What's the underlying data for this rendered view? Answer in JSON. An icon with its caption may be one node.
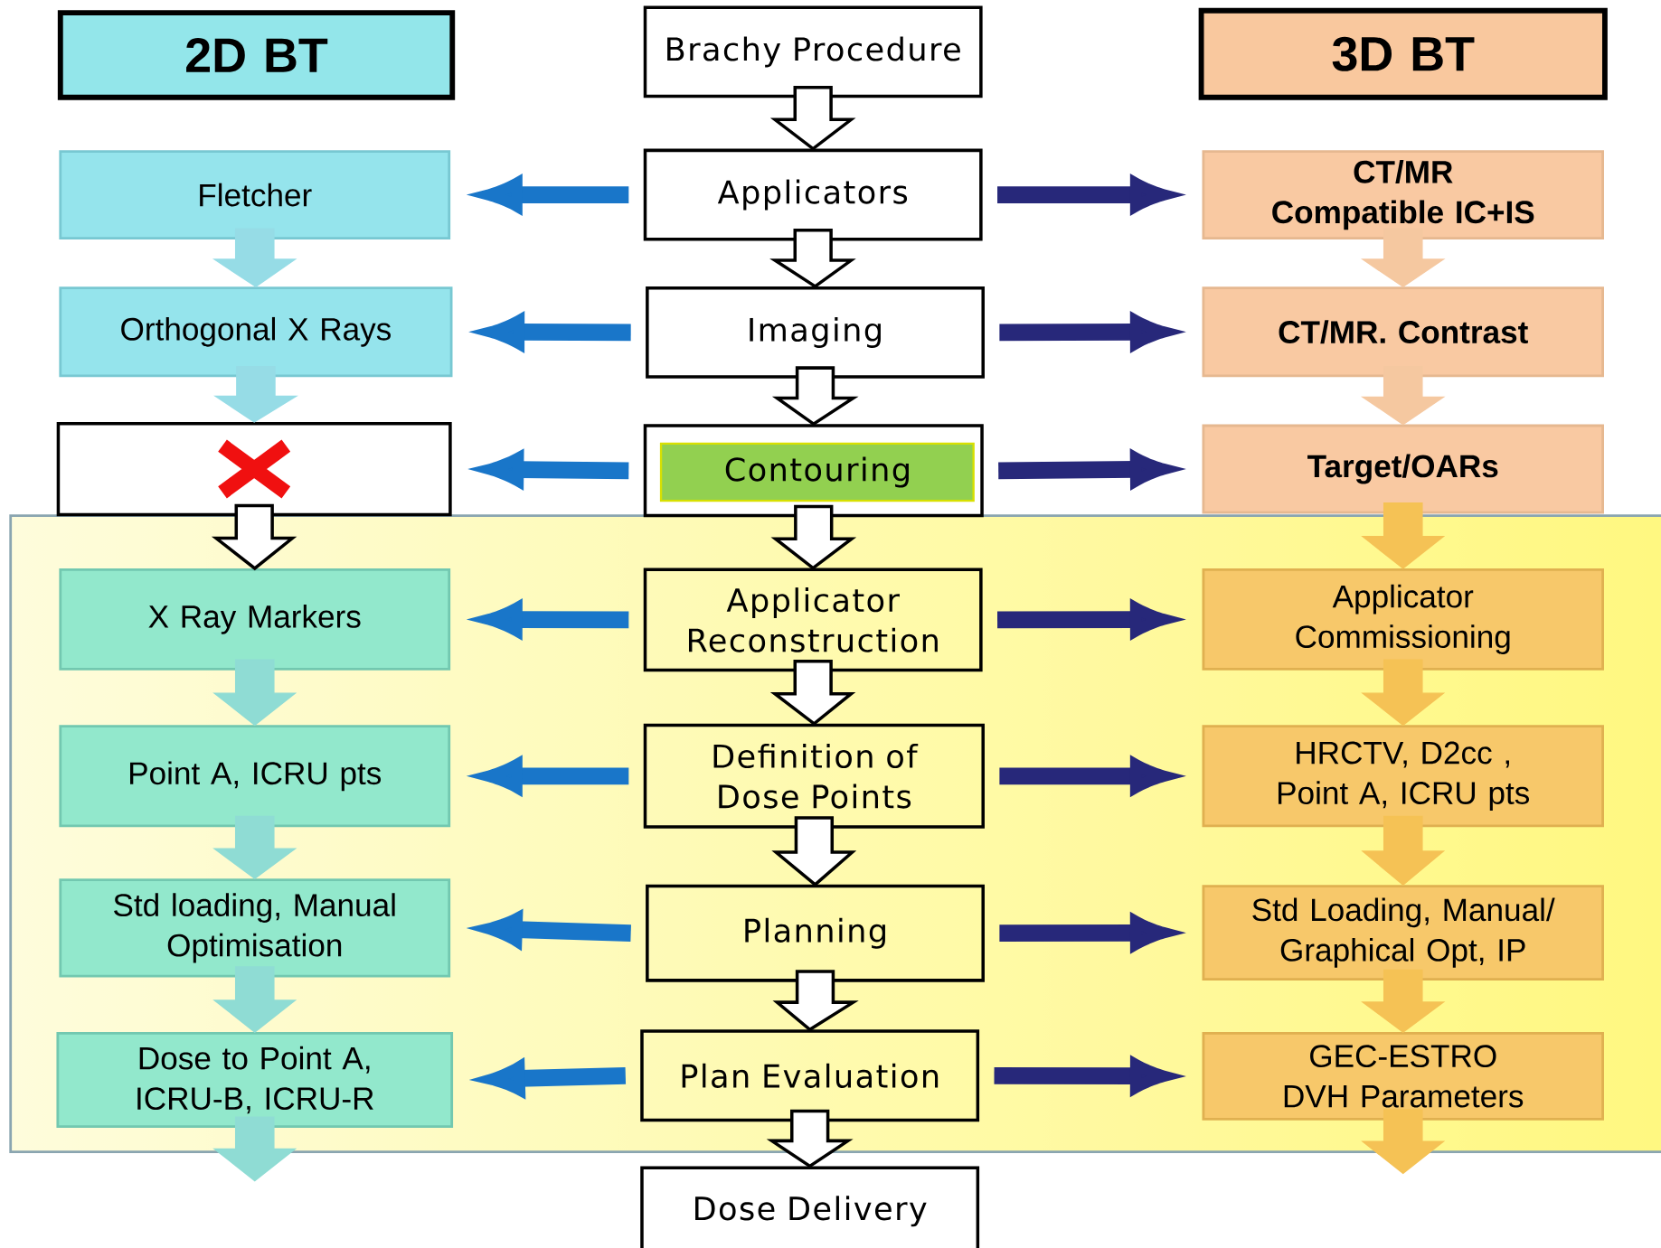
{
  "diagram": {
    "nodes": [
      {
        "text": [
          "2D BT"
        ]
      },
      {
        "text": [
          "Brachy Procedure"
        ]
      },
      {
        "text": [
          "3D BT"
        ]
      },
      {
        "text": [
          "Fletcher"
        ]
      },
      {
        "text": [
          "Applicators"
        ]
      },
      {
        "text": [
          "CT/MR Compatible IC+IS"
        ]
      },
      {
        "text": [
          "Orthogonal X Rays"
        ]
      },
      {
        "text": [
          "Imaging"
        ]
      },
      {
        "text": [
          "CT/MR. Contrast"
        ]
      },
      {
        "text": [],
        "shape": "box"
      },
      {
        "text": [
          "Contouring"
        ]
      },
      {
        "text": [
          "Target/OARs"
        ]
      },
      {
        "text": [
          "X Ray Markers"
        ]
      },
      {
        "text": [
          "Applicator Reconstruction"
        ]
      },
      {
        "text": [
          "Applicator Commissioning"
        ]
      },
      {
        "text": [
          "Point A, ICRU pts"
        ]
      },
      {
        "text": [
          "Definition of Dose Points"
        ]
      },
      {
        "text": [
          "HRCTV, D2cc , Point A, ICRU pts"
        ]
      },
      {
        "text": [
          "Std loading, Manual Optimisation"
        ]
      },
      {
        "text": [
          "Planning"
        ]
      },
      {
        "text": [
          "Std Loading, Manual/ Graphical Opt, IP"
        ]
      },
      {
        "text": [
          "Dose to Point A, ICRU-B, ICRU-R"
        ]
      },
      {
        "text": [
          "Plan Evaluation"
        ]
      },
      {
        "text": [
          "GEC-ESTRO DVH Parameters"
        ]
      },
      {
        "text": [
          "Dose Delivery"
        ]
      }
    ],
    "edges": [
      {
        "from": 1,
        "to": 4,
        "arrow": "to"
      },
      {
        "from": 4,
        "to": 7,
        "arrow": "to"
      },
      {
        "from": 7,
        "to": 10,
        "arrow": "to"
      },
      {
        "from": 10,
        "to": 13,
        "arrow": "to"
      },
      {
        "from": 13,
        "to": 16,
        "arrow": "to"
      },
      {
        "from": 16,
        "to": 19,
        "arrow": "to"
      },
      {
        "from": 19,
        "to": 22,
        "arrow": "to"
      },
      {
        "from": 22,
        "to": 24,
        "arrow": "to"
      },
      {
        "from": 4,
        "to": 3,
        "arrow": "to",
        "color": "#1976c9"
      },
      {
        "from": 7,
        "to": 6,
        "arrow": "to",
        "color": "#1976c9"
      },
      {
        "from": 10,
        "to": 9,
        "arrow": "to",
        "color": "#1976c9"
      },
      {
        "from": 13,
        "to": 12,
        "arrow": "to",
        "color": "#1976c9"
      },
      {
        "from": 16,
        "to": 15,
        "arrow": "to",
        "color": "#1976c9"
      },
      {
        "from": 19,
        "to": 18,
        "arrow": "to",
        "color": "#1976c9"
      },
      {
        "from": 22,
        "to": 21,
        "arrow": "to",
        "color": "#1976c9"
      },
      {
        "from": 4,
        "to": 5,
        "arrow": "to",
        "color": "#27287a"
      },
      {
        "from": 7,
        "to": 8,
        "arrow": "to",
        "color": "#27287a"
      },
      {
        "from": 10,
        "to": 11,
        "arrow": "to",
        "color": "#27287a"
      },
      {
        "from": 13,
        "to": 14,
        "arrow": "to",
        "color": "#27287a"
      },
      {
        "from": 16,
        "to": 17,
        "arrow": "to",
        "color": "#27287a"
      },
      {
        "from": 19,
        "to": 20,
        "arrow": "to",
        "color": "#27287a"
      },
      {
        "from": 22,
        "to": 23,
        "arrow": "to",
        "color": "#27287a"
      },
      {
        "from": 3,
        "to": 6,
        "arrow": "to",
        "color": "#96dce6"
      },
      {
        "from": 6,
        "to": 9,
        "arrow": "to",
        "color": "#96dce6"
      },
      {
        "from": 9,
        "to": 12,
        "arrow": "to"
      },
      {
        "from": 12,
        "to": 15,
        "arrow": "to",
        "color": "#8fdcd4"
      },
      {
        "from": 15,
        "to": 18,
        "arrow": "to",
        "color": "#8fdcd4"
      },
      {
        "from": 18,
        "to": 21,
        "arrow": "to",
        "color": "#8fdcd4"
      },
      {
        "from": 21,
        "to": null,
        "arrow": "to",
        "color": "#8fdcd4"
      },
      {
        "from": 5,
        "to": 8,
        "arrow": "to",
        "color": "#f5c8a0"
      },
      {
        "from": 8,
        "to": 11,
        "arrow": "to",
        "color": "#f5c8a0"
      },
      {
        "from": 11,
        "to": 14,
        "arrow": "to",
        "color": "#f5c255"
      },
      {
        "from": 14,
        "to": 17,
        "arrow": "to",
        "color": "#f5c255"
      },
      {
        "from": 17,
        "to": 20,
        "arrow": "to",
        "color": "#f5c255"
      },
      {
        "from": 20,
        "to": 23,
        "arrow": "to",
        "color": "#f5c255"
      },
      {
        "from": 23,
        "to": null,
        "arrow": "to",
        "color": "#f5c255"
      }
    ]
  }
}
